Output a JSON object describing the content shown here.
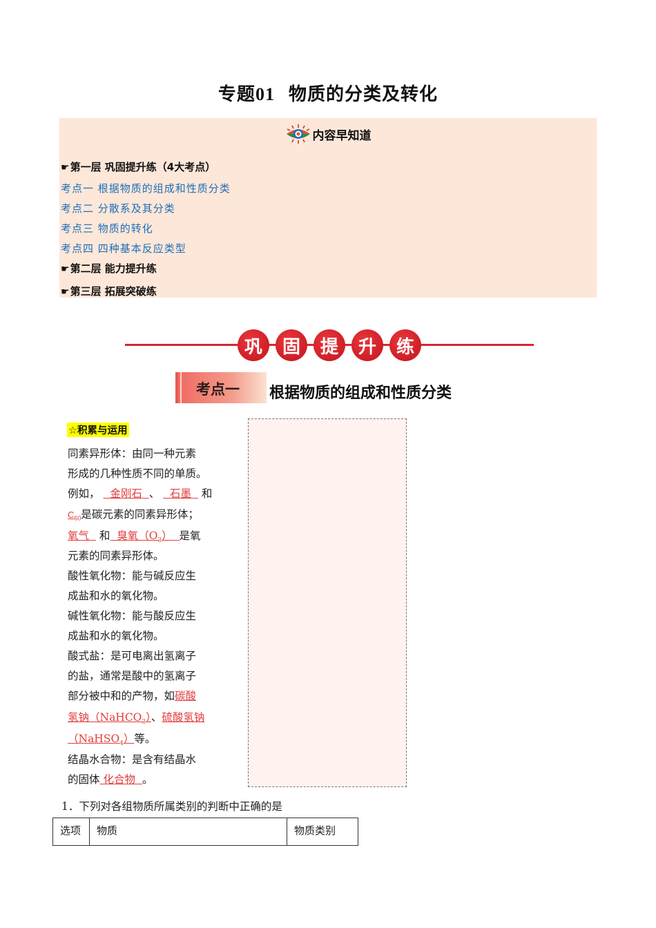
{
  "title": {
    "prefix": "专题",
    "number": "01",
    "text": "物质的分类及转化"
  },
  "toc": {
    "header": "内容早知道",
    "header_icon": "eye-icon",
    "hand_icon": "☛",
    "layer1": "第一层 巩固提升练（4大考点）",
    "points": [
      "考点一  根据物质的组成和性质分类",
      "考点二  分散系及其分类",
      "考点三  物质的转化",
      "考点四  四种基本反应类型"
    ],
    "layer2": "第二层 能力提升练",
    "layer3": "第三层 拓展突破练"
  },
  "banner": {
    "chars": [
      "巩",
      "固",
      "提",
      "升",
      "练"
    ],
    "color": "#d6262e"
  },
  "section": {
    "label": "考点一",
    "title": "根据物质的组成和性质分类"
  },
  "accumulate": {
    "heading": "☆积累与运用",
    "lines": {
      "l1": "同素异形体：由同一种元素",
      "l2": "形成的几种性质不同的单质。",
      "l3a": "例如，",
      "l3b": "金刚石",
      "l3c": "、",
      "l3d": "石墨",
      "l3e": "和",
      "l4a": "C",
      "l4sub": "60",
      "l4b": "是碳元素的同素异形体；",
      "l5a": "氧气",
      "l5b": "和",
      "l5c": "臭氧（O",
      "l5sub": "3",
      "l5d": "）",
      "l5e": "是氧",
      "l6": "元素的同素异形体。",
      "l7": "酸性氧化物：能与碱反应生",
      "l8": "成盐和水的氧化物。",
      "l9": "碱性氧化物：能与酸反应生",
      "l10": "成盐和水的氧化物。",
      "l11": "酸式盐：是可电离出氢离子",
      "l12": "的盐，通常是酸中的氢离子",
      "l13a": "部分被中和的产物，如",
      "l13b": "碳酸",
      "l14a": "氢钠（NaHCO",
      "l14sub": "3",
      "l14b": "）",
      "l14c": "、",
      "l14d": "硫酸氢钠",
      "l15a": "（NaHSO",
      "l15sub": "4",
      "l15b": "）",
      "l15c": "等。",
      "l16": "结晶水合物：是含有结晶水",
      "l17a": "的固体",
      "l17b": "化合物",
      "l17c": "。"
    }
  },
  "question": {
    "text": "1．下列对各组物质所属类别的判断中正确的是",
    "table_headers": [
      "选项",
      "物质",
      "物质类别"
    ]
  }
}
